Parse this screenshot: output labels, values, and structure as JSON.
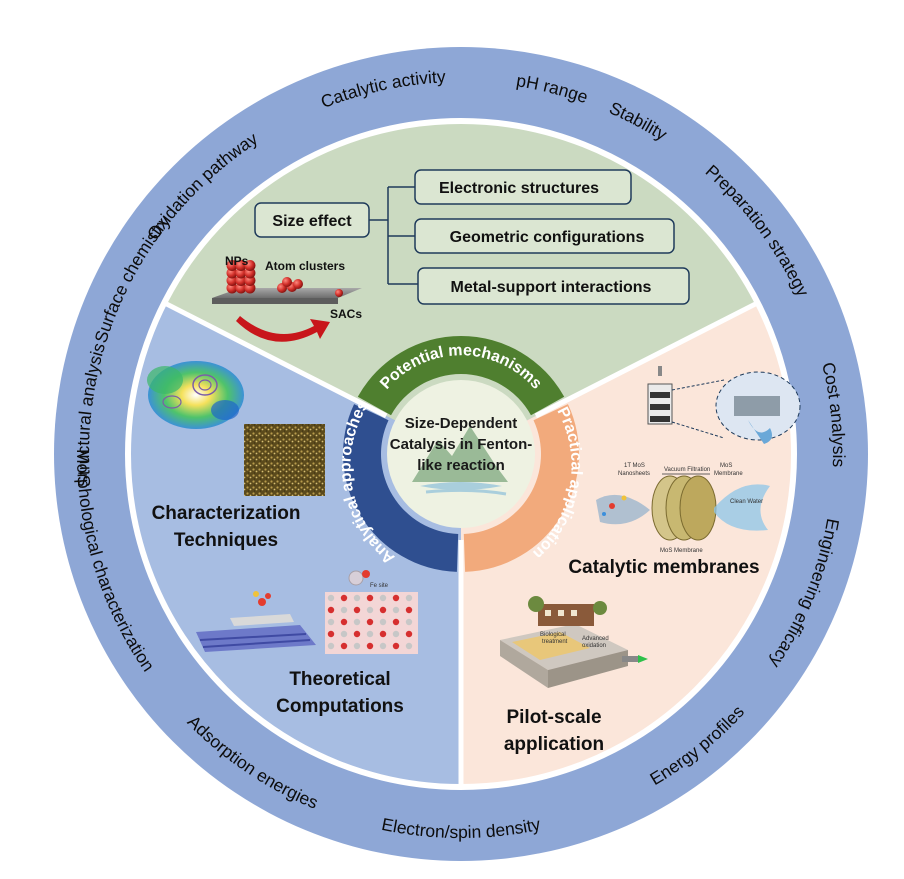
{
  "outer_ring": {
    "items": [
      "Oxidation pathway",
      "Catalytic activity",
      "pH range",
      "Stability",
      "Preparation strategy",
      "Cost analysis",
      "Engineering efficacy",
      "Energy profiles",
      "Electron/spin density",
      "Adsorption energies",
      "Morphological characterization",
      "Structural analysis",
      "Surface chemistry"
    ]
  },
  "center": {
    "line1": "Size-Dependent",
    "line2": "Catalysis in Fenton-",
    "line3": "like reaction"
  },
  "inner_ring": {
    "top": "Potential mechanisms",
    "left": "Analytical approaches",
    "right": "Practical application"
  },
  "mechanisms": {
    "size_effect": "Size effect",
    "branches": [
      "Electronic structures",
      "Geometric configurations",
      "Metal-support interactions"
    ],
    "nps": "NPs",
    "atom_clusters": "Atom clusters",
    "sacs": "SACs"
  },
  "analytical": {
    "characterization_line1": "Characterization",
    "characterization_line2": "Techniques",
    "theoretical_line1": "Theoretical",
    "theoretical_line2": "Computations"
  },
  "practical": {
    "catalytic_membranes": "Catalytic membranes",
    "pilot_line1": "Pilot-scale",
    "pilot_line2": "application",
    "membrane_labels": {
      "nanosheets_line1": "1T MoS",
      "nanosheets_line2": "Nanosheets",
      "filtration": "Vacuum Filtration",
      "membrane_line1": "MoS",
      "membrane_line2": "Membrane",
      "mos2_membrane": "MoS  Membrane",
      "clean_water": "Clean Water"
    },
    "pilot_labels": {
      "bio_line1": "Biological",
      "bio_line2": "treatment",
      "adv_line1": "Advanced",
      "adv_line2": "oxidation"
    }
  },
  "colors": {
    "outer_ring": "#8ea7d6",
    "ring_border": "#ffffff",
    "top_sector": "#cbdac1",
    "left_sector": "#a7bde2",
    "right_sector": "#fbe6da",
    "mechanisms_arc": "#4f7f2f",
    "analytical_arc": "#2f4f90",
    "practical_arc": "#f2aa7c",
    "center_fill": "#eef2e2"
  },
  "icons": {
    "center": "mountain-icon",
    "arrow": "curved-arrow-icon"
  }
}
